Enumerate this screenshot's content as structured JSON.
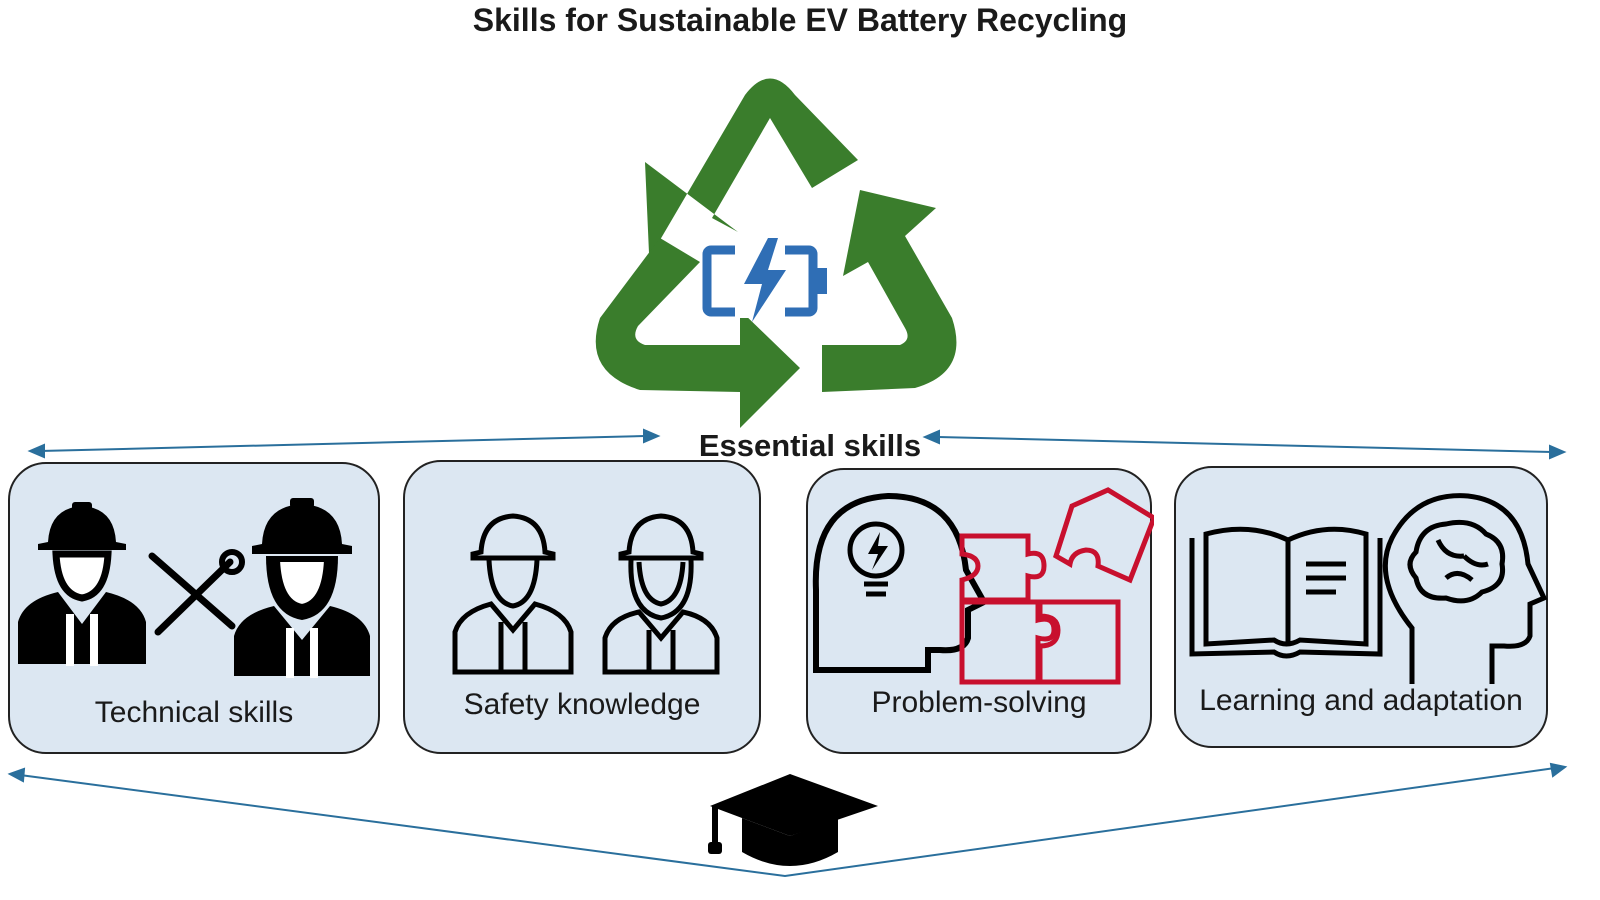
{
  "title": "Skills for Sustainable EV Battery Recycling",
  "center_label": "Essential skills",
  "cards": [
    {
      "label": "Technical skills"
    },
    {
      "label": "Safety knowledge"
    },
    {
      "label": "Problem-solving"
    },
    {
      "label": "Learning and adaptation"
    }
  ],
  "colors": {
    "recycle_green": "#3a7d2c",
    "battery_blue": "#2f6eb5",
    "puzzle_red": "#c8102e",
    "card_fill": "#dce7f2",
    "arrow_line": "#2a6f9c"
  },
  "icons": {
    "center": "recycle-icon",
    "battery": "battery-charging-icon",
    "bottom": "graduation-cap-icon"
  }
}
